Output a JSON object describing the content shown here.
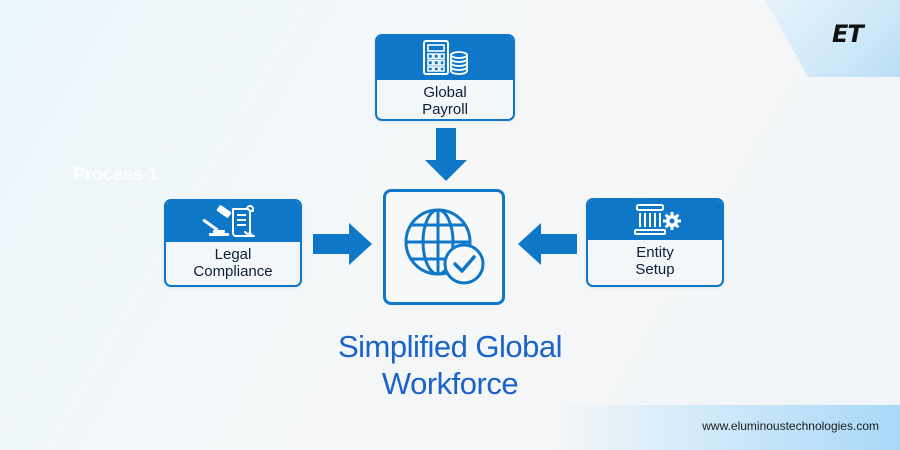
{
  "brand": {
    "logo_text": "ET",
    "website": "www.eluminoustechnologies.com"
  },
  "ghost_label": "Process 1",
  "diagram": {
    "center": {
      "icon": "globe-check-icon",
      "title_line1": "Simplified Global",
      "title_line2": "Workforce"
    },
    "inputs": [
      {
        "id": "payroll",
        "position": "top",
        "icon": "calculator-coins-icon",
        "line1": "Global",
        "line2": "Payroll"
      },
      {
        "id": "legal",
        "position": "left",
        "icon": "gavel-document-icon",
        "line1": "Legal",
        "line2": "Compliance"
      },
      {
        "id": "entity",
        "position": "right",
        "icon": "building-gear-icon",
        "line1": "Entity",
        "line2": "Setup"
      }
    ]
  },
  "colors": {
    "primary_blue": "#0f77c8",
    "headline_blue": "#1a64c9",
    "label_navy": "#0e1d3a",
    "background": "#f3f7f9"
  }
}
